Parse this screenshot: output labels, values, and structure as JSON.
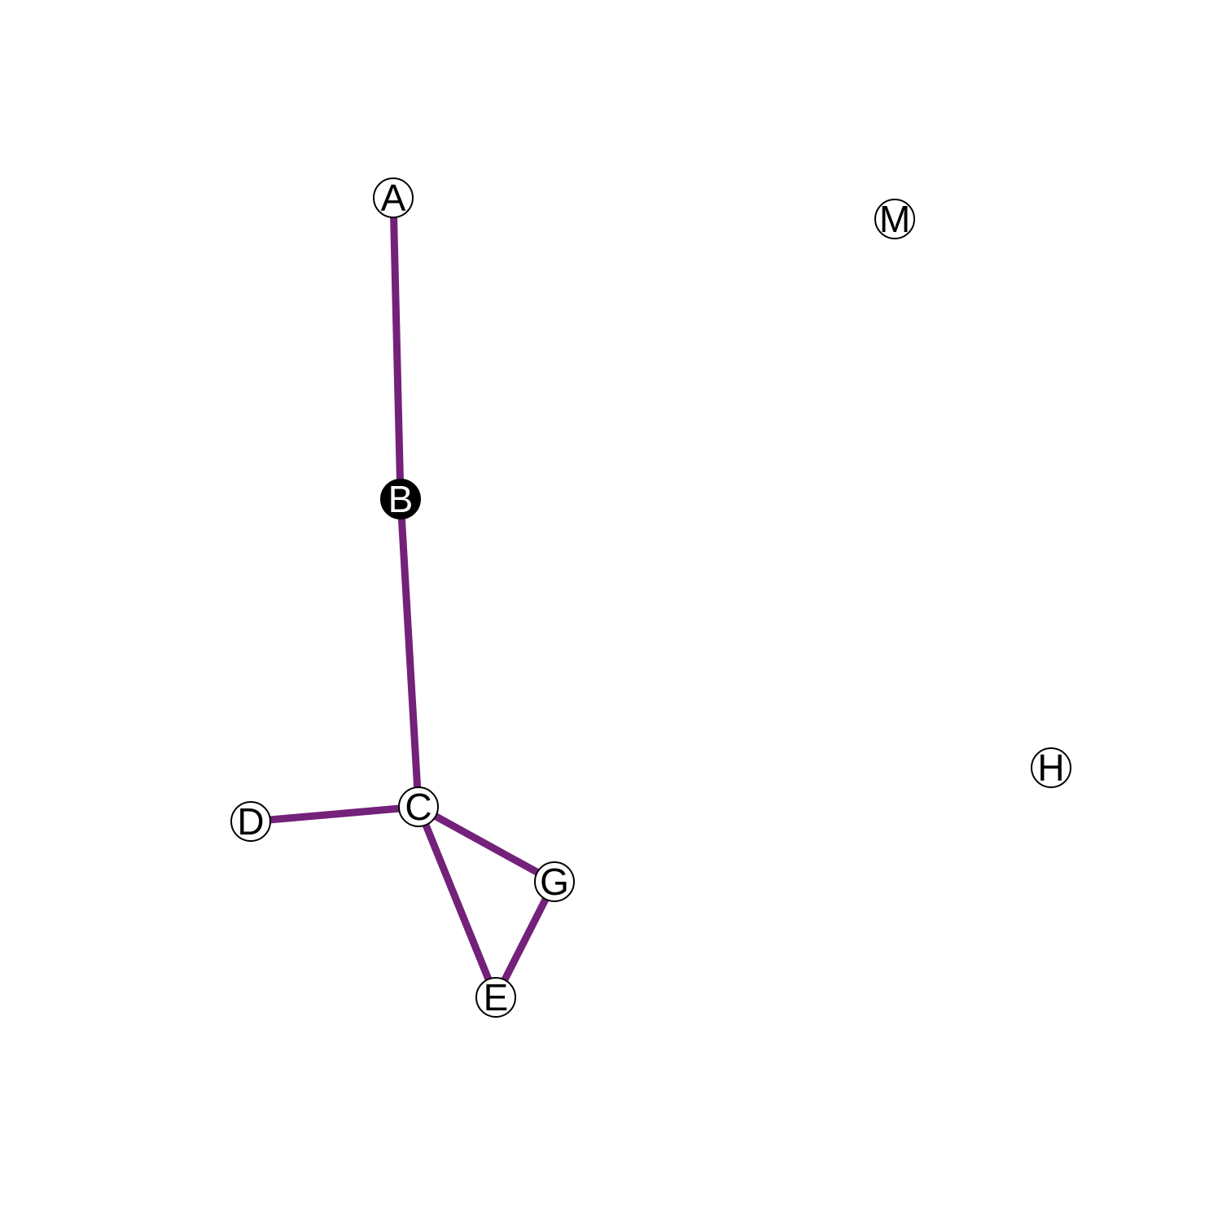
{
  "graph": {
    "nodes": [
      {
        "id": "A",
        "label": "A",
        "fill": "#ffffff",
        "text_color": "#000000"
      },
      {
        "id": "B",
        "label": "B",
        "fill": "#000000",
        "text_color": "#ffffff"
      },
      {
        "id": "C",
        "label": "C",
        "fill": "#ffffff",
        "text_color": "#000000"
      },
      {
        "id": "D",
        "label": "D",
        "fill": "#ffffff",
        "text_color": "#000000"
      },
      {
        "id": "E",
        "label": "E",
        "fill": "#ffffff",
        "text_color": "#000000"
      },
      {
        "id": "G",
        "label": "G",
        "fill": "#ffffff",
        "text_color": "#000000"
      },
      {
        "id": "M",
        "label": "M",
        "fill": "#ffffff",
        "text_color": "#000000"
      },
      {
        "id": "H",
        "label": "H",
        "fill": "#ffffff",
        "text_color": "#000000"
      }
    ],
    "edges": [
      {
        "source": "A",
        "target": "B"
      },
      {
        "source": "B",
        "target": "C"
      },
      {
        "source": "C",
        "target": "D"
      },
      {
        "source": "C",
        "target": "G"
      },
      {
        "source": "C",
        "target": "E"
      },
      {
        "source": "G",
        "target": "E"
      }
    ],
    "edge_color": "#74217a",
    "node_stroke": "#000000"
  }
}
